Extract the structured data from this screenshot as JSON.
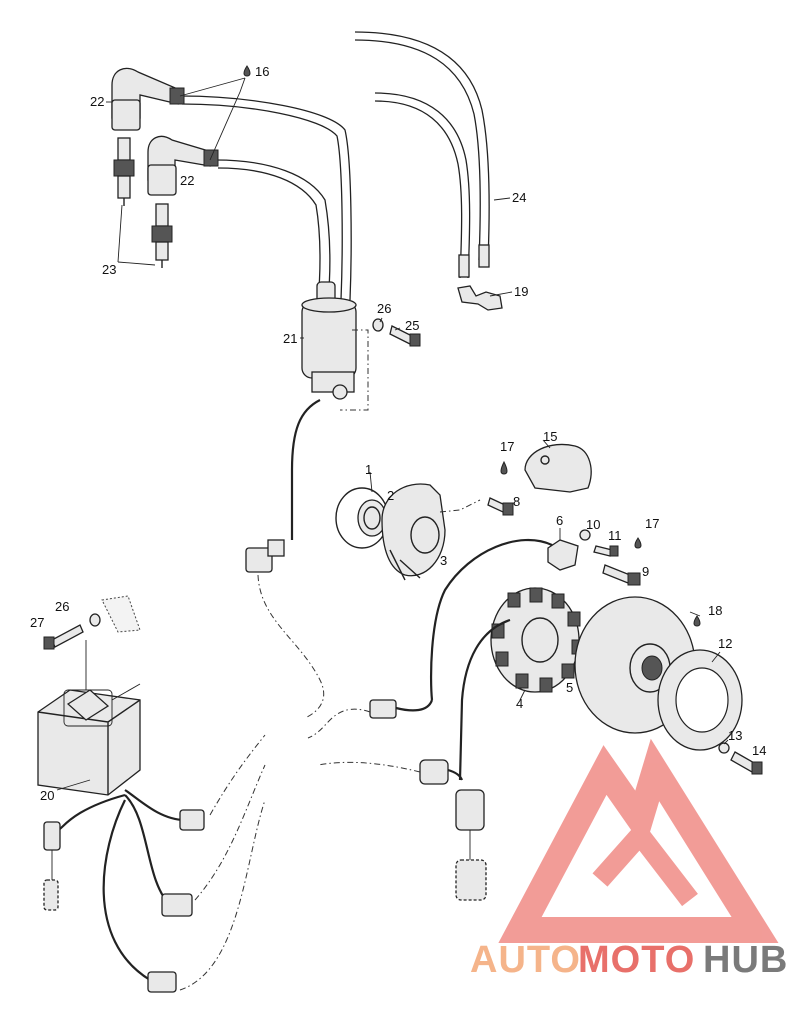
{
  "callouts": [
    {
      "id": "c1",
      "text": "1"
    },
    {
      "id": "c2",
      "text": "2"
    },
    {
      "id": "c3",
      "text": "3"
    },
    {
      "id": "c4",
      "text": "4"
    },
    {
      "id": "c5",
      "text": "5"
    },
    {
      "id": "c6",
      "text": "6"
    },
    {
      "id": "c8",
      "text": "8"
    },
    {
      "id": "c9",
      "text": "9"
    },
    {
      "id": "c10",
      "text": "10"
    },
    {
      "id": "c11",
      "text": "11"
    },
    {
      "id": "c12",
      "text": "12"
    },
    {
      "id": "c13",
      "text": "13"
    },
    {
      "id": "c14",
      "text": "14"
    },
    {
      "id": "c15",
      "text": "15"
    },
    {
      "id": "c16",
      "text": "16"
    },
    {
      "id": "c17a",
      "text": "17"
    },
    {
      "id": "c17b",
      "text": "17"
    },
    {
      "id": "c18",
      "text": "18"
    },
    {
      "id": "c19",
      "text": "19"
    },
    {
      "id": "c20",
      "text": "20"
    },
    {
      "id": "c21",
      "text": "21"
    },
    {
      "id": "c22a",
      "text": "22"
    },
    {
      "id": "c22b",
      "text": "22"
    },
    {
      "id": "c23",
      "text": "23"
    },
    {
      "id": "c24",
      "text": "24"
    },
    {
      "id": "c25",
      "text": "25"
    },
    {
      "id": "c26a",
      "text": "26"
    },
    {
      "id": "c26b",
      "text": "26"
    },
    {
      "id": "c27",
      "text": "27"
    }
  ],
  "watermark": {
    "part1": "AUTO",
    "part2": "MOTO",
    "part3": "HUB",
    "color_light": "#f5b48a",
    "color_red": "#e8706a",
    "color_grey": "#7a7a7a"
  }
}
